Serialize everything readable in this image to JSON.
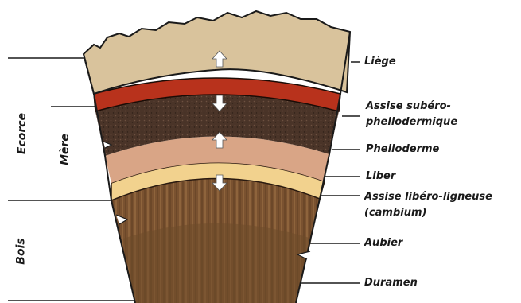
{
  "diagram": {
    "layers": [
      {
        "id": "liege",
        "label": "Liège",
        "color": "#d9c39c"
      },
      {
        "id": "assise-subero",
        "label_line1": "Assise subéro-",
        "label_line2": "phellodermique",
        "color": "#b8321c"
      },
      {
        "id": "phelloderme",
        "label": "Phelloderme",
        "color": "#4a3428"
      },
      {
        "id": "liber",
        "label": "Liber",
        "color": "#d9a586"
      },
      {
        "id": "cambium",
        "label_line1": "Assise libéro-ligneuse",
        "label_line2": "(cambium)",
        "color": "#f2d28e"
      },
      {
        "id": "aubier",
        "label": "Aubier",
        "color": "#8e6238"
      },
      {
        "id": "duramen",
        "label": "Duramen",
        "color": "#6e4a2a"
      }
    ],
    "side_labels": {
      "ecorce": "Ecorce",
      "mere": "Mère",
      "bois": "Bois"
    }
  }
}
